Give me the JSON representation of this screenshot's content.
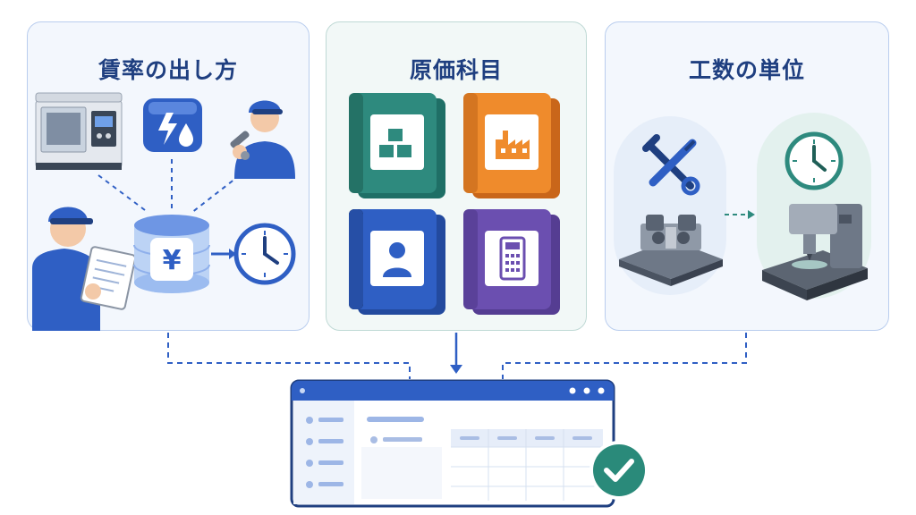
{
  "panels": [
    {
      "title": "賃率の出し方"
    },
    {
      "title": "原価科目"
    },
    {
      "title": "工数の単位"
    }
  ],
  "icons": {
    "panel1": [
      "cnc-machine-icon",
      "energy-utilities-icon",
      "mechanic-worker-icon",
      "clipboard-worker-icon",
      "yen-database-icon",
      "clock-icon"
    ],
    "panel2": [
      "materials-binder-icon",
      "factory-binder-icon",
      "personnel-binder-icon",
      "calculator-binder-icon"
    ],
    "panel3": [
      "tools-icon",
      "workpiece-fixture-icon",
      "clock-icon",
      "milling-machine-icon"
    ],
    "output": [
      "app-window-icon",
      "check-badge-icon"
    ]
  },
  "yen_symbol": "¥",
  "colors": {
    "navy": "#1f3f80",
    "blue": "#2f5fc4",
    "teal": "#2e8a7e",
    "orange": "#ef8b2c",
    "purple": "#6b4fb0",
    "green_check": "#2a8a7a"
  }
}
